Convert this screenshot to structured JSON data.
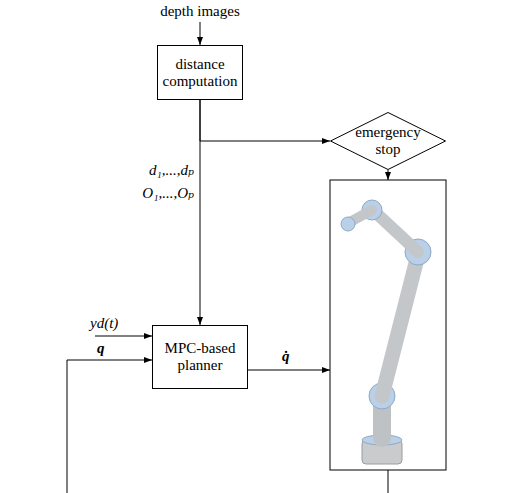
{
  "diagram": {
    "nodes": [
      {
        "text": [
          "distance computation"
        ]
      },
      {
        "text": [
          "emergency stop"
        ]
      },
      {
        "text": [
          "MPC-based planner"
        ]
      }
    ],
    "edges": [
      {
        "from": 0,
        "to": 2,
        "arrow": "to"
      },
      {
        "from": 0,
        "to": 1,
        "arrow": "to"
      }
    ],
    "labels": [
      "depth images",
      "d₁,...,dₚ",
      "O₁,...,Oₚ",
      "yd(t)",
      "q",
      "q̇"
    ]
  }
}
